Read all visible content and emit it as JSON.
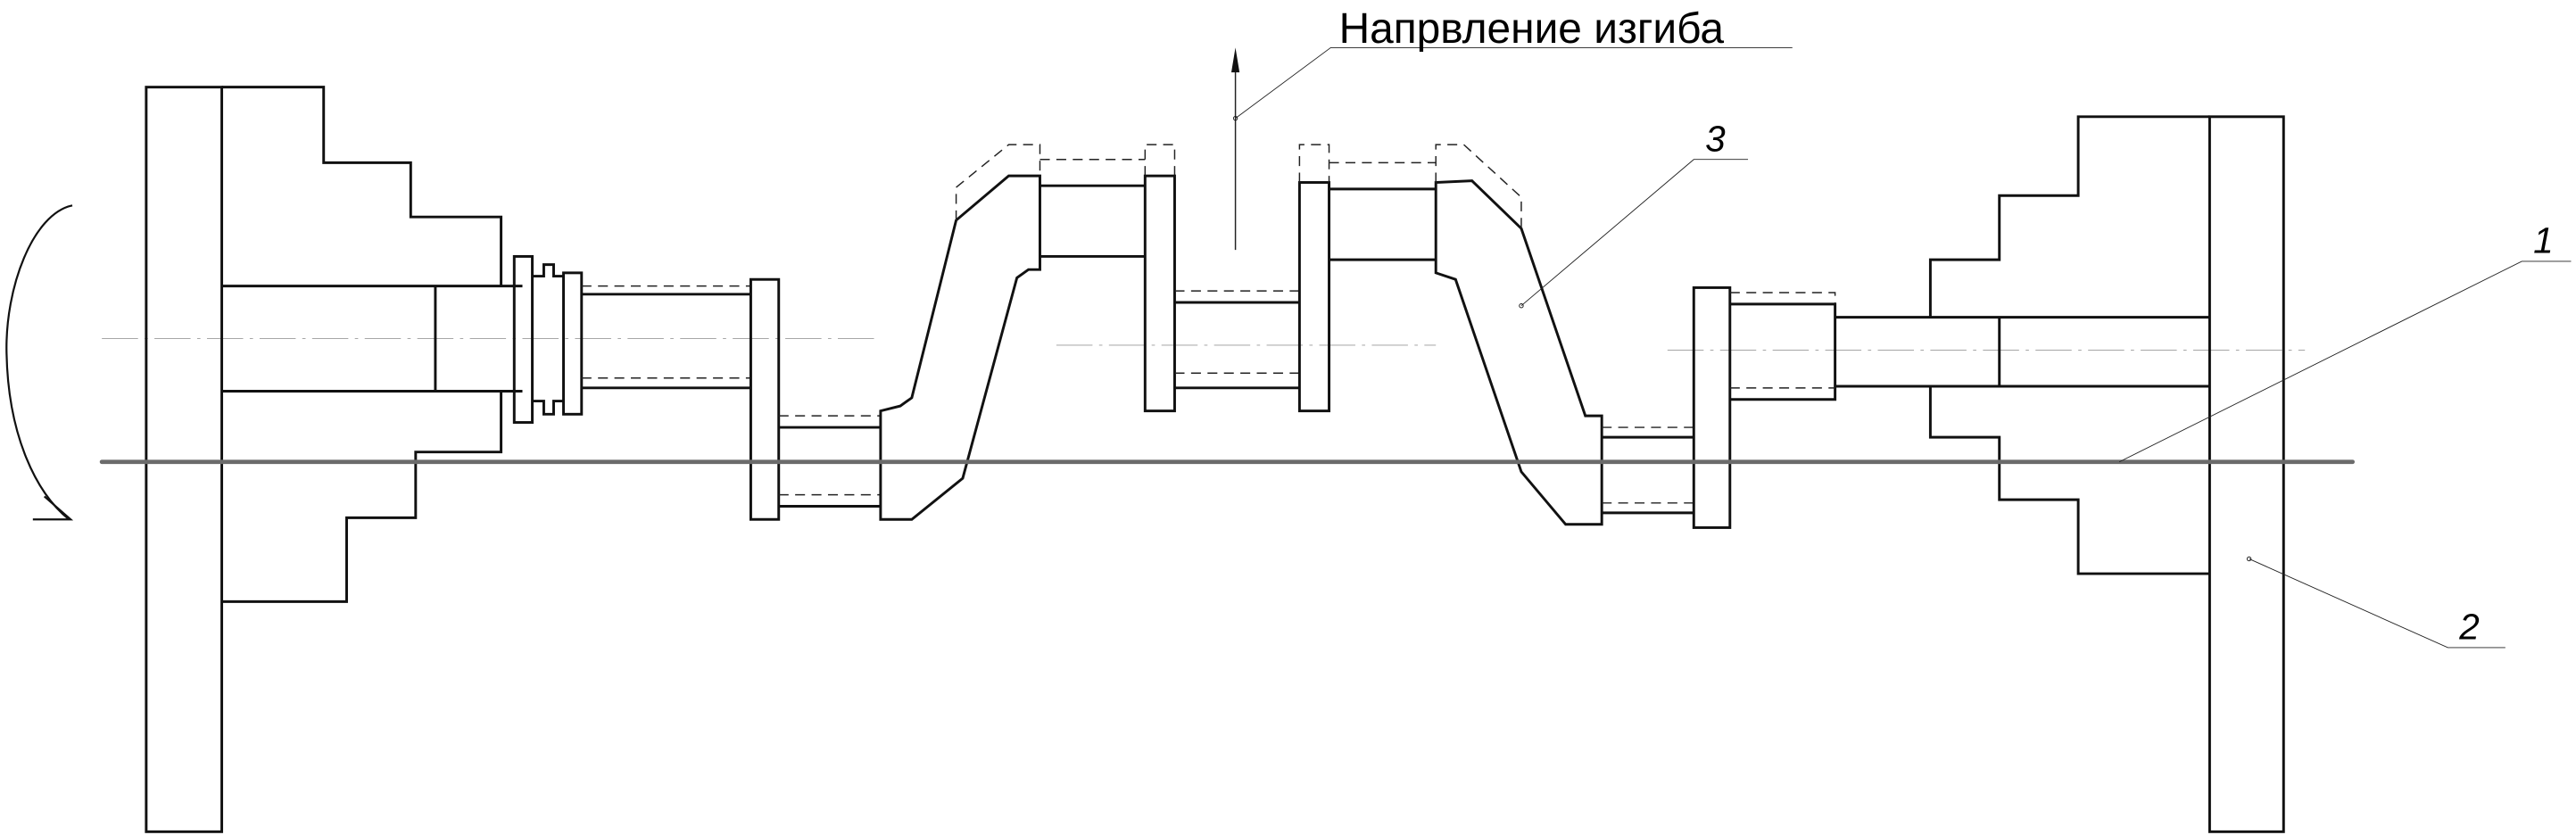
{
  "drawing": {
    "bend_direction_label": "Напрвление изгиба",
    "callouts": [
      {
        "number": "1"
      },
      {
        "number": "2"
      },
      {
        "number": "3"
      }
    ],
    "colors": {
      "line": "#111111",
      "axis_line": "#6b6b6b",
      "centerline": "#999999",
      "background": "#ffffff"
    }
  }
}
